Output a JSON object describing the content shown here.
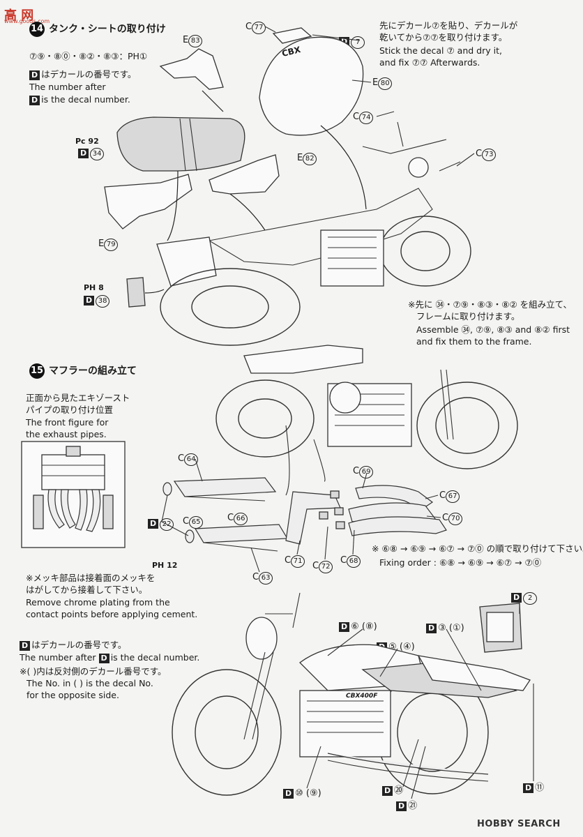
{
  "watermark_top": "高 网",
  "watermark_url": "www.goods.com",
  "step14": {
    "number": "14",
    "title": "タンク・シートの取り付け",
    "parts_ref": "⑦⑨・⑧⓪・⑧②・⑧③：PH①",
    "d_note_jp": "はデカールの番号です。",
    "d_note_en1": "The number after",
    "d_note_en2": "is the decal number.",
    "tank_note_jp1": "先にデカール⑦を貼り、デカールが",
    "tank_note_jp2": "乾いてから⑦⑦を取り付けます。",
    "tank_note_en1": "Stick the decal ⑦ and dry it,",
    "tank_note_en2": "and fix ⑦⑦ Afterwards.",
    "assemble_jp1": "※先に ㉞・⑦⑨・⑧③・⑧② を組み立て、",
    "assemble_jp2": "フレームに取り付けます。",
    "assemble_en1": "Assemble ㉞, ⑦⑨, ⑧③ and ⑧② first",
    "assemble_en2": "and fix them to the frame.",
    "labels": {
      "e83": "E",
      "e83n": "83",
      "c77": "C",
      "c77n": "77",
      "d7": "D",
      "d7n": "7",
      "e80": "E",
      "e80n": "80",
      "c74": "C",
      "c74n": "74",
      "c73": "C",
      "c73n": "73",
      "pc92": "Pc 92",
      "d34": "D",
      "d34n": "34",
      "e82": "E",
      "e82n": "82",
      "e79": "E",
      "e79n": "79",
      "ph8": "PH 8",
      "d38": "D",
      "d38n": "38"
    }
  },
  "step15": {
    "number": "15",
    "title": "マフラーの組み立て",
    "front_jp1": "正面から見たエキゾースト",
    "front_jp2": "パイプの取り付け位置",
    "front_en1": "The front figure for",
    "front_en2": "the exhaust pipes.",
    "chrome_jp1": "※メッキ部品は接着面のメッキを",
    "chrome_jp2": "はがしてから接着して下さい。",
    "chrome_en1": "Remove chrome plating from the",
    "chrome_en2": "contact points before applying cement.",
    "order_jp": "※ ⑥⑧ → ⑥⑨ → ⑥⑦ → ⑦⓪ の順で取り付けて下さい。",
    "order_en": "Fixing order : ⑥⑧ → ⑥⑨ → ⑥⑦ → ⑦⓪",
    "labels": {
      "c64": "C",
      "c64n": "64",
      "c69": "C",
      "c69n": "69",
      "c67": "C",
      "c67n": "67",
      "c70": "C",
      "c70n": "70",
      "d22": "D",
      "d22n": "22",
      "c65": "C",
      "c65n": "65",
      "c66": "C",
      "c66n": "66",
      "ph12": "PH 12",
      "c71": "C",
      "c71n": "71",
      "c72": "C",
      "c72n": "72",
      "c68": "C",
      "c68n": "68",
      "c63": "C",
      "c63n": "63"
    }
  },
  "decals": {
    "d_note_jp": "はデカールの番号です。",
    "d_note_en_a": "The number after",
    "d_note_en_b": "is the decal number.",
    "paren_jp": "※(  )内は反対側のデカール番号です。",
    "paren_en1": "The No. in (  ) is the decal No.",
    "paren_en2": "for the opposite side.",
    "labels": {
      "d2": "2",
      "d6_8": "⑥ (⑧)",
      "d3_1": "③ (①)",
      "d5_4": "⑤ (④)",
      "d10_9": "⑩ (⑨)",
      "d20": "⑳",
      "d21": "㉑",
      "d11": "⑪"
    },
    "cbx_text": "CBX400F"
  },
  "footer_logo": "HOBBY SEARCH",
  "tank_decal_text": "CBX"
}
